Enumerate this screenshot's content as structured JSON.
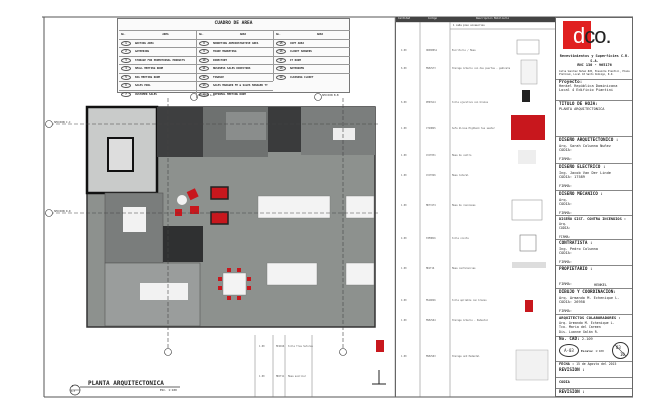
{
  "area_table": {
    "title": "CUADRO DE AREA",
    "col_header_no": "No.",
    "col_header_area": "AREA",
    "items": [
      {
        "n": "1",
        "label": "WAITING AREA"
      },
      {
        "n": "2",
        "label": "GATHERING"
      },
      {
        "n": "3",
        "label": "STORAGE FOR PROMOTIONAL PRODUCTS"
      },
      {
        "n": "4",
        "label": "SMALL MEETING ROOM"
      },
      {
        "n": "5",
        "label": "BIG MEETING ROOM"
      },
      {
        "n": "6",
        "label": "SALES POOL"
      },
      {
        "n": "7",
        "label": "CUSTOMER SALES"
      },
      {
        "n": "8",
        "label": "MARKETING ADMINISTRATIVE AREA"
      },
      {
        "n": "9",
        "label": "TRADE MARKETING"
      },
      {
        "n": "10",
        "label": "DIRECTORY"
      },
      {
        "n": "11",
        "label": "BUSINESS SALES DIRECTORS"
      },
      {
        "n": "12",
        "label": "FINANCE"
      },
      {
        "n": "13",
        "label": "SALES MANAGER MT & SALES MANAGER TT"
      },
      {
        "n": "14",
        "label": "INFORMAL MEETING ROOM"
      },
      {
        "n": "15",
        "label": "COPY AREA"
      },
      {
        "n": "16",
        "label": "CLOSET HANGERS"
      },
      {
        "n": "17",
        "label": "IT ROOM"
      },
      {
        "n": "18",
        "label": "BATHROOMS"
      },
      {
        "n": "19",
        "label": "CLEANING CLOSET"
      }
    ]
  },
  "schedule": {
    "headers": [
      "Cantidad",
      "Codigo",
      "Descripcion Mobiliario"
    ],
    "note": "1 cada piso accesorios",
    "rows": [
      {
        "qty": "4.00",
        "code": "ODK080S1",
        "desc": "Escritorio / Mesa"
      },
      {
        "qty": "6.00",
        "code": "MSH2S73",
        "desc": "Storage Armario con dos puertas - gabinete"
      },
      {
        "qty": "6.00",
        "code": "PPR3S14",
        "desc": "Silla ejecutiva con brazos"
      },
      {
        "qty": "1.00",
        "code": "CTSOB45",
        "desc": "Sofa Alcove Highback two seater"
      },
      {
        "qty": "1.00",
        "code": "CVCT031",
        "desc": "Mesa de centro"
      },
      {
        "qty": "1.00",
        "code": "CVCT026",
        "desc": "Mesa lateral"
      },
      {
        "qty": "1.00",
        "code": "MD731T4",
        "desc": "Mesa de reuniones"
      },
      {
        "qty": "4.00",
        "code": "SYMOB16",
        "desc": "Silla visita"
      },
      {
        "qty": "1.00",
        "code": "MD1T16",
        "desc": "Mesa conferencias"
      },
      {
        "qty": "4.00",
        "code": "MS1R046",
        "desc": "Silla apilable con brazos"
      },
      {
        "qty": "1.00",
        "code": "MSH2S64",
        "desc": "Storage Armario - Pedestal"
      },
      {
        "qty": "1.00",
        "code": "MSH2S63",
        "desc": "Storage and Pedestal"
      }
    ],
    "lower_rows": [
      {
        "qty": "1.00",
        "code": "MCSR16",
        "desc": "Silla Tres Sutures"
      },
      {
        "qty": "1.00",
        "code": "MDCT11",
        "desc": "Mesa auxiliar"
      }
    ]
  },
  "title_block": {
    "logo": "dco.",
    "company": "Revestimientos y Superficies C.R. S.A.",
    "rnc": "RNC 130 - 965176",
    "address": "Calle Sanchez Nuñez #20, Ensanche Piantini, Plaza Platinum, Local 18 Santo Domingo, R.D.",
    "project_label": "Proyecto:",
    "project": "Henkel República Dominicana Local 4 Edificio Piantini",
    "sheet_title_label": "TITULO DE HOJA:",
    "sheet_title": "PLANTA ARQUITECTONICA",
    "arch_label": "DISEÑO ARQUITECTONICO :",
    "arch_name": "Arq. Sarah Columna Nuñez",
    "codia": "CODIA:",
    "firma": "FIRMA:",
    "elec_label": "DISEÑO ELECTRICO :",
    "elec_name": "Ing. Jacob Van Der Linde",
    "elec_codia": "CODIA: 17589",
    "mech_label": "DISEÑO MECANICO :",
    "mech_name": "Arq.",
    "fire_label": "DISEÑO SIST. CONTRA INCENDIOS :",
    "fire_name": "Arq.",
    "contractor_label": "CONTRATISTA :",
    "contractor_name": "Ing. Pedro Columna",
    "owner_label": "PROPIETARIO :",
    "owner_name": "HENKEL",
    "drawing_label": "DIBUJO Y COORDINACION:",
    "drawing_name": "Arq. Armando M. Echenique L.",
    "drawing_codia": "CODIA: 26958",
    "collab_label": "ARQUITECTOS COLABORADORES :",
    "collab_names": [
      "Arq. Armando M. Echenique L.",
      "Tco. Maria del Carmen",
      "Dis. Luanne Galán R."
    ],
    "sheet_no_label": "No. CAD:",
    "sheet_no": "2-109",
    "sheet_code": "A-03",
    "scale_label": "Escala:",
    "scale": "1:100",
    "sheet_num": "03",
    "sheet_total": "10",
    "date_label": "FECHA :",
    "date": "15 de Agosto del 2015",
    "revision_label": "REVISION :",
    "codia2": "CODIA",
    "revision2_label": "REVISION :"
  },
  "plan": {
    "title": "PLANTA ARQUITECTONICA",
    "scale": "ESC. 1:100",
    "callout_num": "1",
    "callout_sheet": "A-3",
    "section_labels": [
      "SECCION A-A",
      "SECCION B-B",
      "SECCION C-C",
      "SECCION D-D"
    ]
  },
  "colors": {
    "accent": "#e02020",
    "floor": "#8d918e",
    "dark": "#3a3b3c",
    "furniture_red": "#c8171d"
  }
}
